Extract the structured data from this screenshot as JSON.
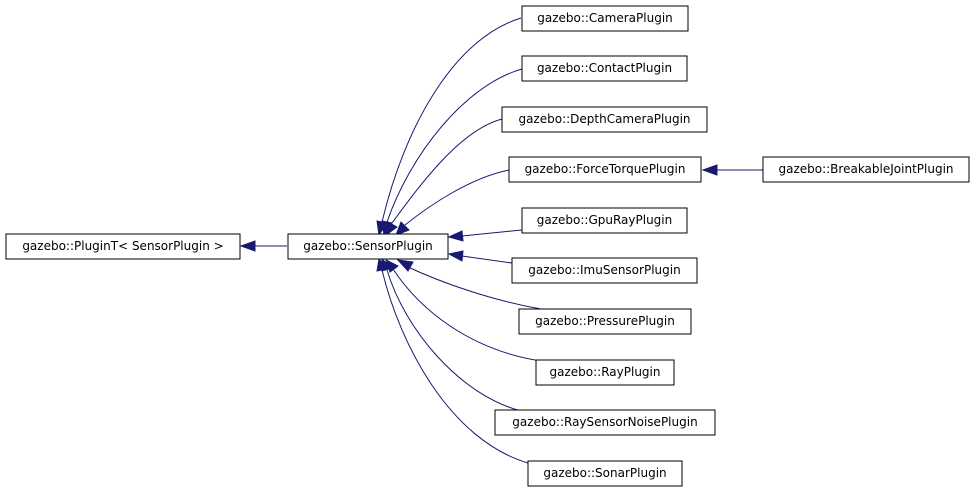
{
  "diagram": {
    "colors": {
      "edge": "#191970",
      "node_border": "#000000",
      "node_fill": "#ffffff"
    },
    "nodes": {
      "plugin_t": "gazebo::PluginT< SensorPlugin >",
      "sensor_plugin": "gazebo::SensorPlugin",
      "camera_plugin": "gazebo::CameraPlugin",
      "contact_plugin": "gazebo::ContactPlugin",
      "depth_camera_plugin": "gazebo::DepthCameraPlugin",
      "force_torque_plugin": "gazebo::ForceTorquePlugin",
      "gpu_ray_plugin": "gazebo::GpuRayPlugin",
      "imu_sensor_plugin": "gazebo::ImuSensorPlugin",
      "pressure_plugin": "gazebo::PressurePlugin",
      "ray_plugin": "gazebo::RayPlugin",
      "ray_sensor_noise_plugin": "gazebo::RaySensorNoisePlugin",
      "sonar_plugin": "gazebo::SonarPlugin",
      "breakable_joint_plugin": "gazebo::BreakableJointPlugin"
    },
    "edges": [
      {
        "from": "sensor_plugin",
        "to": "plugin_t"
      },
      {
        "from": "camera_plugin",
        "to": "sensor_plugin"
      },
      {
        "from": "contact_plugin",
        "to": "sensor_plugin"
      },
      {
        "from": "depth_camera_plugin",
        "to": "sensor_plugin"
      },
      {
        "from": "force_torque_plugin",
        "to": "sensor_plugin"
      },
      {
        "from": "gpu_ray_plugin",
        "to": "sensor_plugin"
      },
      {
        "from": "imu_sensor_plugin",
        "to": "sensor_plugin"
      },
      {
        "from": "pressure_plugin",
        "to": "sensor_plugin"
      },
      {
        "from": "ray_plugin",
        "to": "sensor_plugin"
      },
      {
        "from": "ray_sensor_noise_plugin",
        "to": "sensor_plugin"
      },
      {
        "from": "sonar_plugin",
        "to": "sensor_plugin"
      },
      {
        "from": "breakable_joint_plugin",
        "to": "force_torque_plugin"
      }
    ]
  }
}
